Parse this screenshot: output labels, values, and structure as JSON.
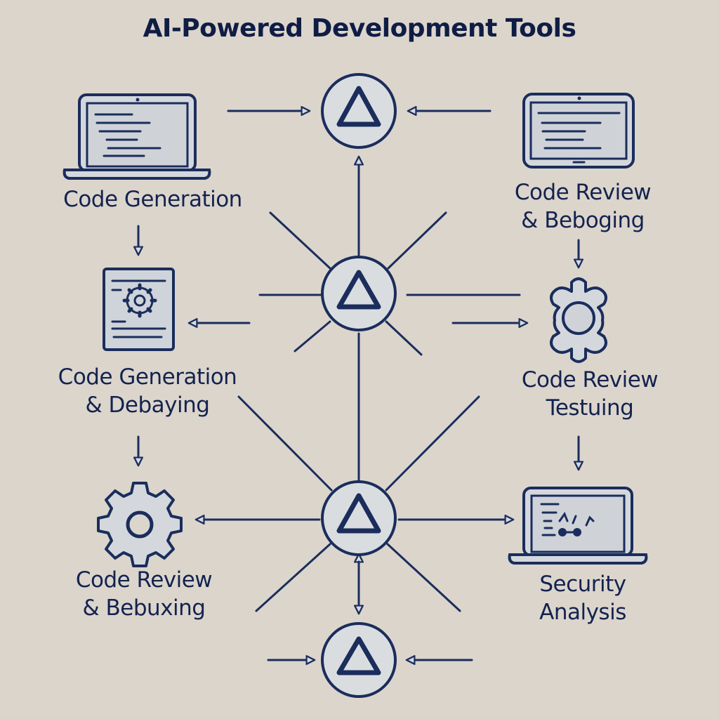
{
  "title": "AI-Powered Development Tools",
  "colors": {
    "background": "#dcd5cc",
    "stroke": "#1a2d5c",
    "fill": "#d7dbe0"
  },
  "nodes": [
    {
      "id": "left-top",
      "icon": "laptop-icon",
      "lines": [
        "Code Generation"
      ]
    },
    {
      "id": "left-mid",
      "icon": "document-gear-icon",
      "lines": [
        "Code Generation",
        "& Debaying"
      ]
    },
    {
      "id": "left-bottom",
      "icon": "gear-icon",
      "lines": [
        "Code Review",
        "& Bebuxing"
      ]
    },
    {
      "id": "right-top",
      "icon": "tablet-icon",
      "lines": [
        "Code Review",
        "& Beboging"
      ]
    },
    {
      "id": "right-mid",
      "icon": "puzzle-gear-icon",
      "lines": [
        "Code Review",
        "Testuing"
      ]
    },
    {
      "id": "right-bottom",
      "icon": "laptop-analysis-icon",
      "lines": [
        "Security",
        "Analysis"
      ]
    }
  ],
  "hubs": [
    {
      "id": "hub-top",
      "icon": "triangle-icon"
    },
    {
      "id": "hub-upper-center",
      "icon": "triangle-icon"
    },
    {
      "id": "hub-lower-center",
      "icon": "triangle-icon"
    },
    {
      "id": "hub-bottom",
      "icon": "triangle-icon"
    }
  ]
}
